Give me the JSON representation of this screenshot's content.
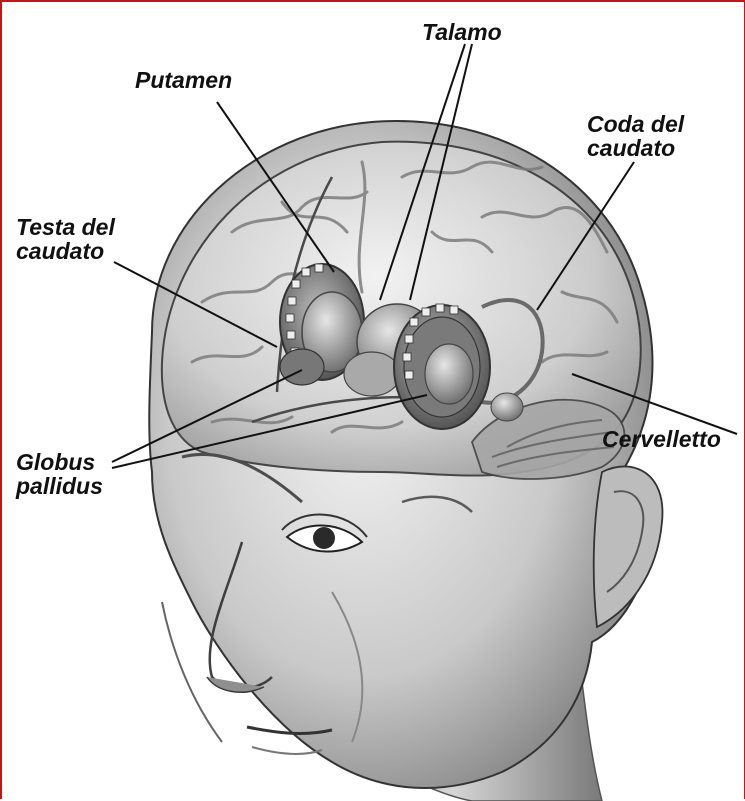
{
  "colors": {
    "frame": "#c0171d",
    "background": "#ffffff",
    "ink": "#111111",
    "skin_light": "#dcdcdc",
    "skin_mid": "#a9a9a9",
    "skin_dark": "#5c5c5c"
  },
  "labels": {
    "talamo": "Talamo",
    "putamen": "Putamen",
    "coda_del_caudato": "Coda del\ncaudato",
    "testa_del_caudato": "Testa del\ncaudato",
    "cervelletto": "Cervelletto",
    "globus_pallidus": "Globus\npallidus"
  }
}
